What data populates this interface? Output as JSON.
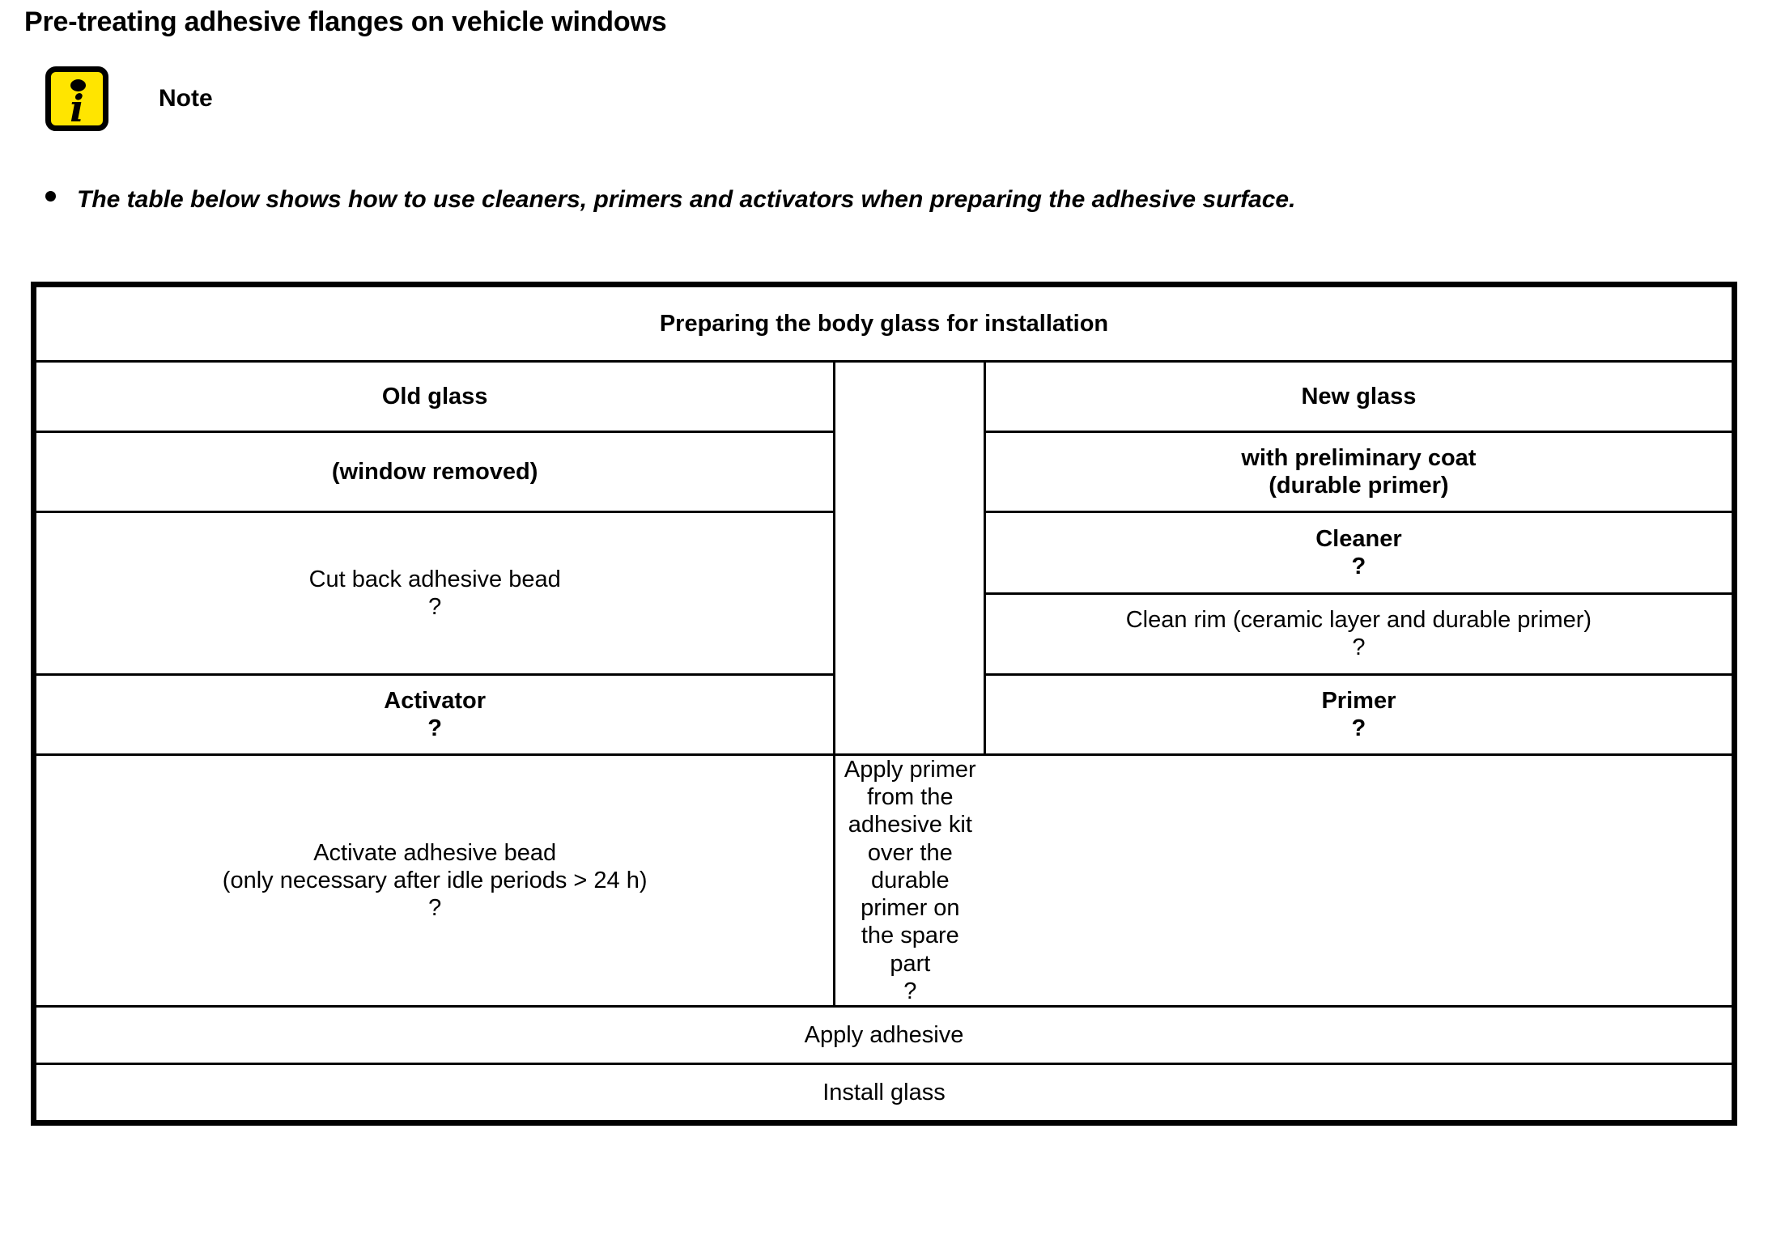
{
  "page_title": "Pre-treating adhesive flanges on vehicle windows",
  "note": {
    "icon": "info-icon",
    "label": "Note",
    "bullet": "The table below shows how to use cleaners, primers and activators when preparing the adhesive surface."
  },
  "colors": {
    "icon_background": "#FFE500",
    "icon_border": "#000000",
    "table_border": "#000000",
    "text": "#000000",
    "page_background": "#FFFFFF"
  },
  "table": {
    "banner": "Preparing the body glass for installation",
    "columns": {
      "old_glass_header": "Old glass",
      "new_glass_header": "New glass"
    },
    "rows": {
      "subtitle": {
        "old": "(window removed)",
        "new_line1": "with preliminary coat",
        "new_line2": "(durable primer)"
      },
      "step1": {
        "old_line1": "Cut back adhesive bead",
        "old_line2": "?",
        "new_a_line1": "Cleaner",
        "new_a_line2": "?",
        "new_b_line1": "Clean rim (ceramic layer and durable primer)",
        "new_b_line2": "?"
      },
      "step2": {
        "old_line1": "Activator",
        "old_line2": "?",
        "new_line1": "Primer",
        "new_line2": "?"
      },
      "step3": {
        "old_line1": "Activate adhesive bead",
        "old_line2": "(only necessary after idle periods > 24 h)",
        "old_line3": "?",
        "new_line1": "Apply primer from the adhesive kit over the",
        "new_line2": "durable primer on the spare part",
        "new_line3": "?"
      },
      "footer1": "Apply adhesive",
      "footer2": "Install glass"
    }
  }
}
